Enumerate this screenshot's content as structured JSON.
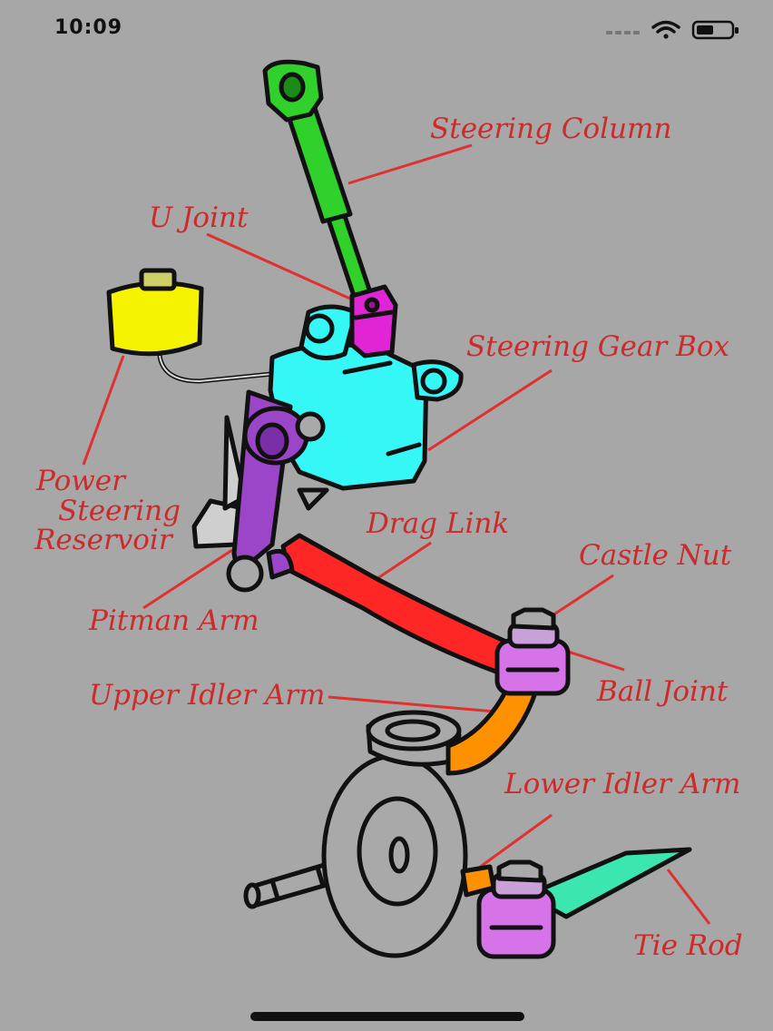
{
  "status_bar": {
    "time": "10:09",
    "icons": [
      "cellular-signal-icon",
      "wifi-icon",
      "battery-icon"
    ]
  },
  "diagram": {
    "labels": {
      "steering_column": "Steering Column",
      "u_joint": "U Joint",
      "steering_gear_box": "Steering Gear Box",
      "power_steering_1": "Power",
      "power_steering_2": "Steering",
      "power_steering_3": "Reservoir",
      "drag_link": "Drag Link",
      "castle_nut": "Castle Nut",
      "pitman_arm": "Pitman Arm",
      "ball_joint": "Ball Joint",
      "upper_idler_arm": "Upper Idler Arm",
      "lower_idler_arm": "Lower Idler Arm",
      "tie_rod": "Tie Rod"
    },
    "colors": {
      "background": "#a7a7a7",
      "label_text": "#cc2b2b",
      "leader_line": "#e03030",
      "steering_column": "#2fd12a",
      "u_joint": "#e024d6",
      "gear_box": "#35f7f5",
      "reservoir": "#f5f300",
      "pitman_arm": "#9b45c8",
      "drag_link": "#ff2626",
      "ball_joint": "#d673e8",
      "idler_arm": "#ff9100",
      "tie_rod": "#3ce6b0"
    }
  }
}
